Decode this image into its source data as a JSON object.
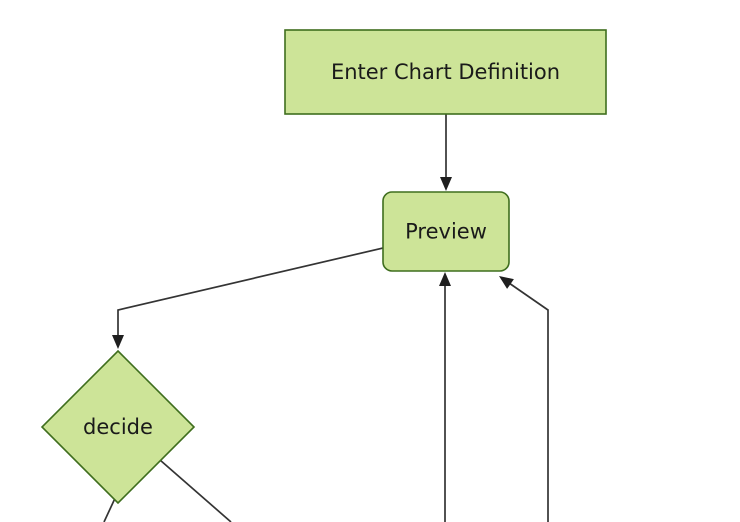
{
  "diagram": {
    "type": "flowchart-top-down",
    "nodes": [
      {
        "id": "definition",
        "label": "Enter Chart Definition",
        "shape": "rectangle"
      },
      {
        "id": "preview",
        "label": "Preview",
        "shape": "rounded-rectangle"
      },
      {
        "id": "decide",
        "label": "decide",
        "shape": "diamond"
      }
    ],
    "edges": [
      {
        "from": "Enter Chart Definition",
        "to": "Preview",
        "arrow": true
      },
      {
        "from": "Preview",
        "to": "decide",
        "arrow": true
      },
      {
        "from": "offscreen (bottom)",
        "to": "Preview",
        "arrow": true
      },
      {
        "from": "offscreen (bottom right)",
        "to": "Preview",
        "arrow": true
      },
      {
        "from": "decide",
        "to": "offscreen (bottom left)",
        "arrow": false
      },
      {
        "from": "decide",
        "to": "offscreen (bottom right)",
        "arrow": false
      }
    ]
  },
  "colors": {
    "background": "#ffffff",
    "node_fill": "#cde498",
    "node_border": "#3f6e1e",
    "edge_stroke": "#343434",
    "arrow_fill": "#1f1f1f",
    "label_text": "#1a1a1a"
  }
}
